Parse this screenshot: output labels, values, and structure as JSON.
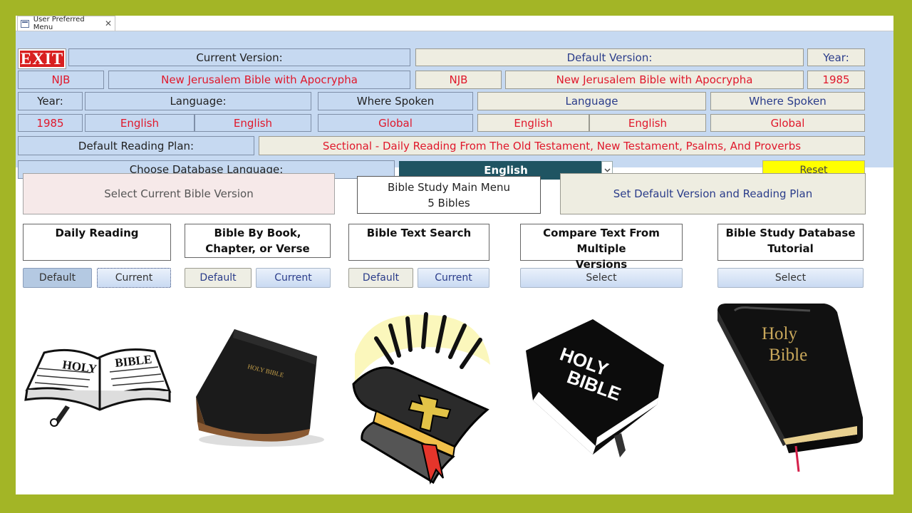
{
  "window": {
    "tab_title": "User Preferred Menu",
    "tab_close": "✕"
  },
  "header": {
    "exit_label": "EXIT",
    "current_version_label": "Current Version:",
    "default_version_label": "Default Version:",
    "year_label_right": "Year:",
    "current": {
      "abbr": "NJB",
      "name": "New Jerusalem Bible with Apocrypha",
      "year": "1985",
      "language_1": "English",
      "language_2": "English",
      "where_spoken": "Global"
    },
    "default": {
      "abbr": "NJB",
      "name": "New Jerusalem Bible with Apocrypha",
      "year": "1985",
      "language_1": "English",
      "language_2": "English",
      "where_spoken": "Global"
    },
    "year_label_left": "Year:",
    "language_label": "Language:",
    "where_spoken_label": "Where Spoken",
    "default_language_label": "Language",
    "default_where_spoken_label": "Where Spoken",
    "reading_plan_label": "Default Reading Plan:",
    "reading_plan_value": "Sectional - Daily Reading From The Old Testament, New Testament, Psalms, And Proverbs",
    "db_language_label": "Choose Database Language:",
    "db_language_value": "English",
    "reset_label": "Reset"
  },
  "main": {
    "select_current_label": "Select Current Bible Version",
    "menu_title_line1": "Bible Study Main Menu",
    "menu_title_line2": "5 Bibles",
    "set_default_label": "Set Default Version and Reading Plan",
    "panels": [
      {
        "line1": "Daily Reading",
        "line2": ""
      },
      {
        "line1": "Bible By Book,",
        "line2": "Chapter, or Verse"
      },
      {
        "line1": "Bible Text Search",
        "line2": ""
      },
      {
        "line1": "Compare Text From Multiple",
        "line2": "Versions"
      },
      {
        "line1": "Bible Study Database",
        "line2": "Tutorial"
      }
    ],
    "buttons": {
      "default": "Default",
      "current": "Current",
      "select": "Select"
    },
    "images": {
      "book1_left": "HOLY",
      "book1_right": "BIBLE",
      "book2_spine": "HOLY BIBLE",
      "book4_line1": "HOLY",
      "book4_line2": "BIBLE",
      "book5_line1": "Holy",
      "book5_line2": "Bible"
    }
  },
  "colors": {
    "frame": "#a3b526",
    "header_bg": "#c6d9f1",
    "red_text": "#e0182b",
    "navy_text": "#2a3c8a",
    "exit_bg": "#d81f1f",
    "language_select_bg": "#1f5462",
    "reset_bg": "#ffff00"
  }
}
